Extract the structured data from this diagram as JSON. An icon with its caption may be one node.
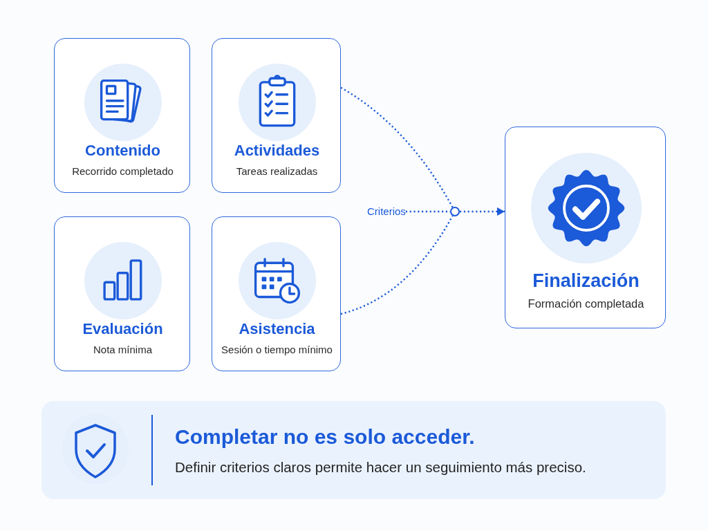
{
  "diagram": {
    "nodes": [
      {
        "text": [
          "Contenido",
          "Recorrido completado"
        ]
      },
      {
        "text": [
          "Actividades",
          "Tareas realizadas"
        ]
      },
      {
        "text": [
          "Evaluación",
          "Nota mínima"
        ]
      },
      {
        "text": [
          "Asistencia",
          "Sesión o tiempo mínimo"
        ]
      },
      {
        "text": [
          "Criterios"
        ]
      },
      {
        "text": [],
        "shape": "circle"
      },
      {
        "text": [
          "Finalización",
          "Formación completada"
        ]
      },
      {
        "text": [
          "Completar no es solo acceder.",
          "Definir criterios claros permite hacer un seguimiento más preciso."
        ]
      }
    ],
    "edges": [
      {
        "from": 1,
        "to": 5,
        "arrow": "none",
        "style": "dashed"
      },
      {
        "from": 3,
        "to": 5,
        "arrow": "none",
        "style": "dashed"
      },
      {
        "from": 4,
        "to": 5,
        "arrow": "none",
        "style": "dashed"
      },
      {
        "from": 5,
        "to": 6,
        "arrow": "to",
        "style": "dashed"
      }
    ]
  }
}
